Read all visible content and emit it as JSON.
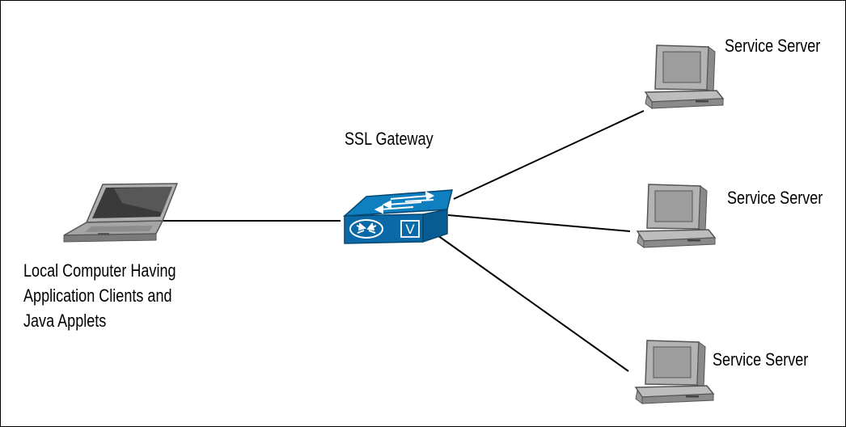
{
  "labels": {
    "gateway": "SSL Gateway",
    "server_1": "Service Server",
    "server_2": "Service Server",
    "server_3": "Service Server",
    "local_computer": [
      "Local Computer Having",
      "Application Clients and",
      "Java Applets"
    ]
  },
  "gateway_badge": "V",
  "icons": {
    "local_computer": "laptop-icon",
    "gateway": "router-switch-icon",
    "servers": "desktop-computer-icon"
  },
  "colors": {
    "gateway_top": "#0f7fbf",
    "gateway_front": "#0b69a8",
    "gateway_side": "#085c94",
    "device_gray": "#a9a9a9",
    "device_dark": "#6f6f6f",
    "line": "#000000"
  }
}
